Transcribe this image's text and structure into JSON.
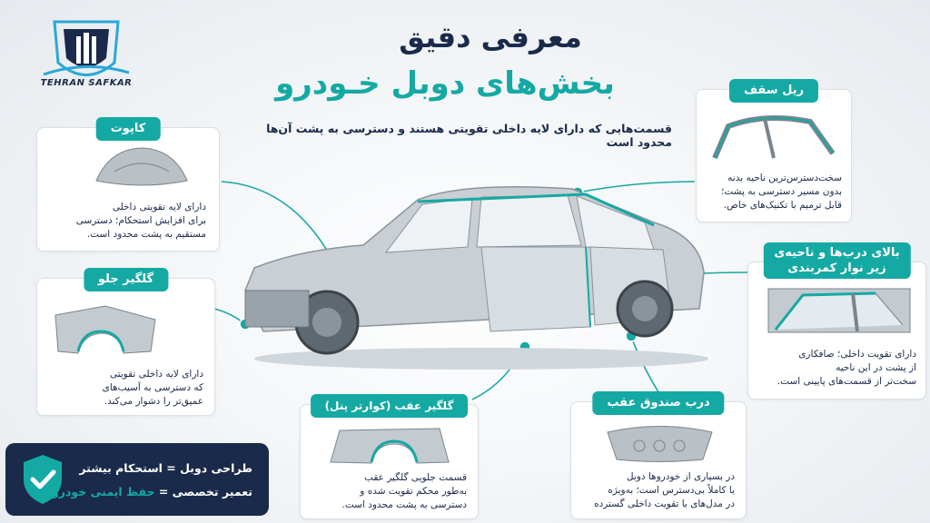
{
  "brand": {
    "name": "TEHRAN SAFKAR"
  },
  "header": {
    "title_line1": "معرفی دقیق",
    "title_line2": "بخش‌های دوبل خـودرو",
    "subtitle": "قسمت‌هایی که دارای لایه داخلی تقویتی هستند و دسترسی به پشت آن‌ها محدود است"
  },
  "cards": {
    "hood": {
      "title": "کاپوت",
      "desc": [
        "دارای لایه تقویتی داخلی",
        "برای افزایش استحکام؛ دسترسی",
        "مستقیم به پشت محدود است."
      ]
    },
    "front_fender": {
      "title": "گلگیر جلو",
      "desc": [
        "دارای لایه داخلی تقویتی",
        "که دسترسی به آسیب‌های",
        "عمیق‌تر را دشوار می‌کند."
      ]
    },
    "roof_rail": {
      "title": "ریل سقف",
      "desc": [
        "سخت‌دسترس‌ترین ناحیه بدنه",
        "بدون مسیر دسترسی به پشت؛",
        "قابل ترمیم با تکنیک‌های خاص."
      ]
    },
    "door_top": {
      "title": "بالای درب‌ها و ناحیه‌ی",
      "title2": "زیر نوار کمربندی",
      "desc": [
        "دارای تقویت داخلی؛ صافکاری",
        "از پشت در این ناحیه",
        "سخت‌تر از قسمت‌های پایینی است."
      ]
    },
    "rear_fender": {
      "title": "گلگیر عقب (کوارتر پنل)",
      "desc": [
        "قسمت جلویی گلگیر عقب",
        "به‌طور محکم تقویت شده و",
        "دسترسی به پشت محدود است."
      ]
    },
    "trunk": {
      "title": "درب صندوق عقب",
      "desc": [
        "در بسیاری از خودروها دوبل",
        "یا کاملاً بی‌دسترس است؛ به‌ویژه",
        "در مدل‌های با تقویت داخلی گسترده"
      ]
    }
  },
  "badge": {
    "line1_a": "طراحی دوبل = ",
    "line1_b": "استحکام بیشتر",
    "line2_a": "تعمیر تخصصی = ",
    "line2_b": "حفظ ایمنی خودرو"
  },
  "colors": {
    "accent": "#15a9a4",
    "navy": "#1a2a4a"
  }
}
